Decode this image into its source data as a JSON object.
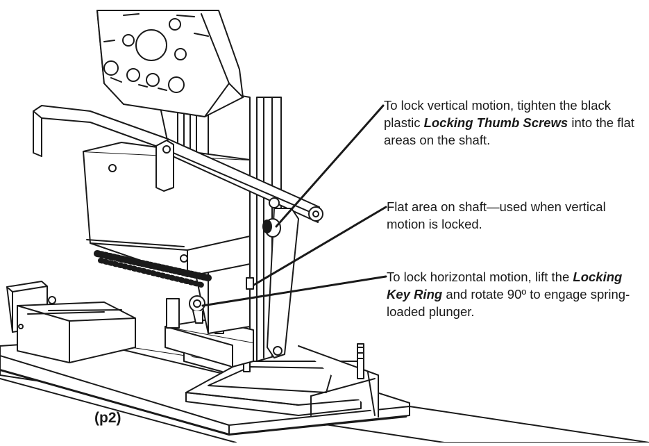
{
  "callouts": [
    {
      "lead": "To lock vertical motion, tighten the black plastic ",
      "emph": "Locking Thumb Screws",
      "tail": " into the flat areas on the shaft."
    },
    {
      "lead": "Flat area on shaft—used when vertical motion is locked.",
      "emph": "",
      "tail": ""
    },
    {
      "lead": "To lock horizontal motion, lift the ",
      "emph": "Locking Key Ring",
      "tail": " and rotate 90º to engage spring-loaded plunger."
    }
  ],
  "figure_label": "(p2)",
  "colors": {
    "line": "#1a1a1a",
    "fill": "#ffffff",
    "shade": "#d9d9d9"
  }
}
